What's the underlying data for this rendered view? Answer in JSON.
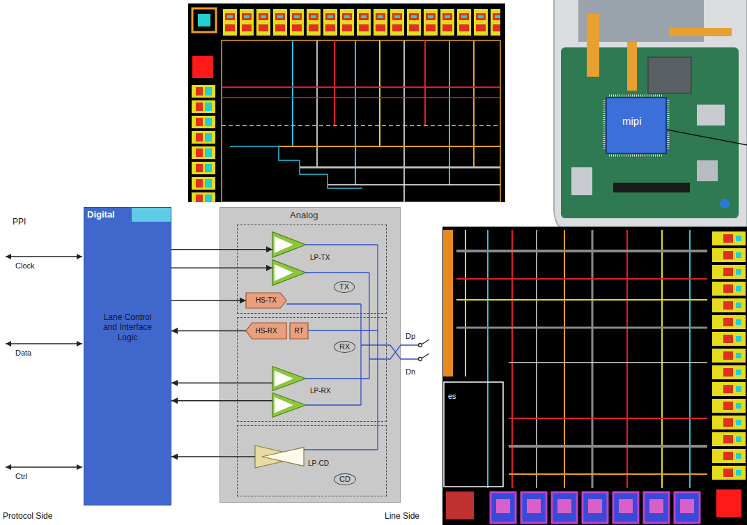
{
  "diagram": {
    "nodes": [
      {
        "text": [
          "Digital",
          "Lane Control and Interface Logic"
        ]
      },
      {
        "text": [
          "Analog"
        ]
      },
      {
        "text": [
          "TX"
        ],
        "in": 1
      },
      {
        "text": [
          "LP-TX"
        ],
        "in": 2
      },
      {
        "text": [
          "HS-TX"
        ],
        "in": 2
      },
      {
        "text": [
          "RX"
        ],
        "in": 1
      },
      {
        "text": [
          "HS-RX"
        ],
        "in": 5
      },
      {
        "text": [
          "RT"
        ],
        "in": 5
      },
      {
        "text": [
          "LP-RX"
        ],
        "in": 5
      },
      {
        "text": [
          "CD"
        ],
        "in": 1
      },
      {
        "text": [
          "LP-CD"
        ],
        "in": 9
      }
    ],
    "edges": [
      {
        "from": 0,
        "to": 3,
        "arrow": "to"
      },
      {
        "from": 0,
        "to": 3,
        "arrow": "to"
      },
      {
        "from": 0,
        "to": 4,
        "arrow": "to"
      },
      {
        "from": 6,
        "to": 0,
        "arrow": "to"
      },
      {
        "from": 8,
        "to": 0,
        "arrow": "to"
      },
      {
        "from": 8,
        "to": 0,
        "arrow": "to"
      },
      {
        "from": 10,
        "to": 0,
        "arrow": "to"
      }
    ],
    "labels": [
      "PPI",
      "Clock",
      "Data",
      "Ctrl",
      "Protocol Side",
      "Line Side",
      "Dp",
      "Dn",
      "mipi",
      "es"
    ]
  }
}
